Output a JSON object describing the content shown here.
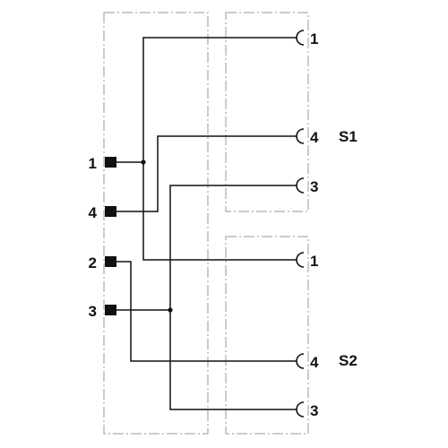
{
  "left_pins": [
    {
      "label": "1"
    },
    {
      "label": "4"
    },
    {
      "label": "2"
    },
    {
      "label": "3"
    }
  ],
  "sockets": [
    {
      "label": "1"
    },
    {
      "label": "4"
    },
    {
      "label": "3"
    },
    {
      "label": "1"
    },
    {
      "label": "4"
    },
    {
      "label": "3"
    }
  ],
  "groups": [
    {
      "label": "S1"
    },
    {
      "label": "S2"
    }
  ],
  "colors": {
    "wire": "#111111",
    "frame": "#9a9a9a"
  }
}
